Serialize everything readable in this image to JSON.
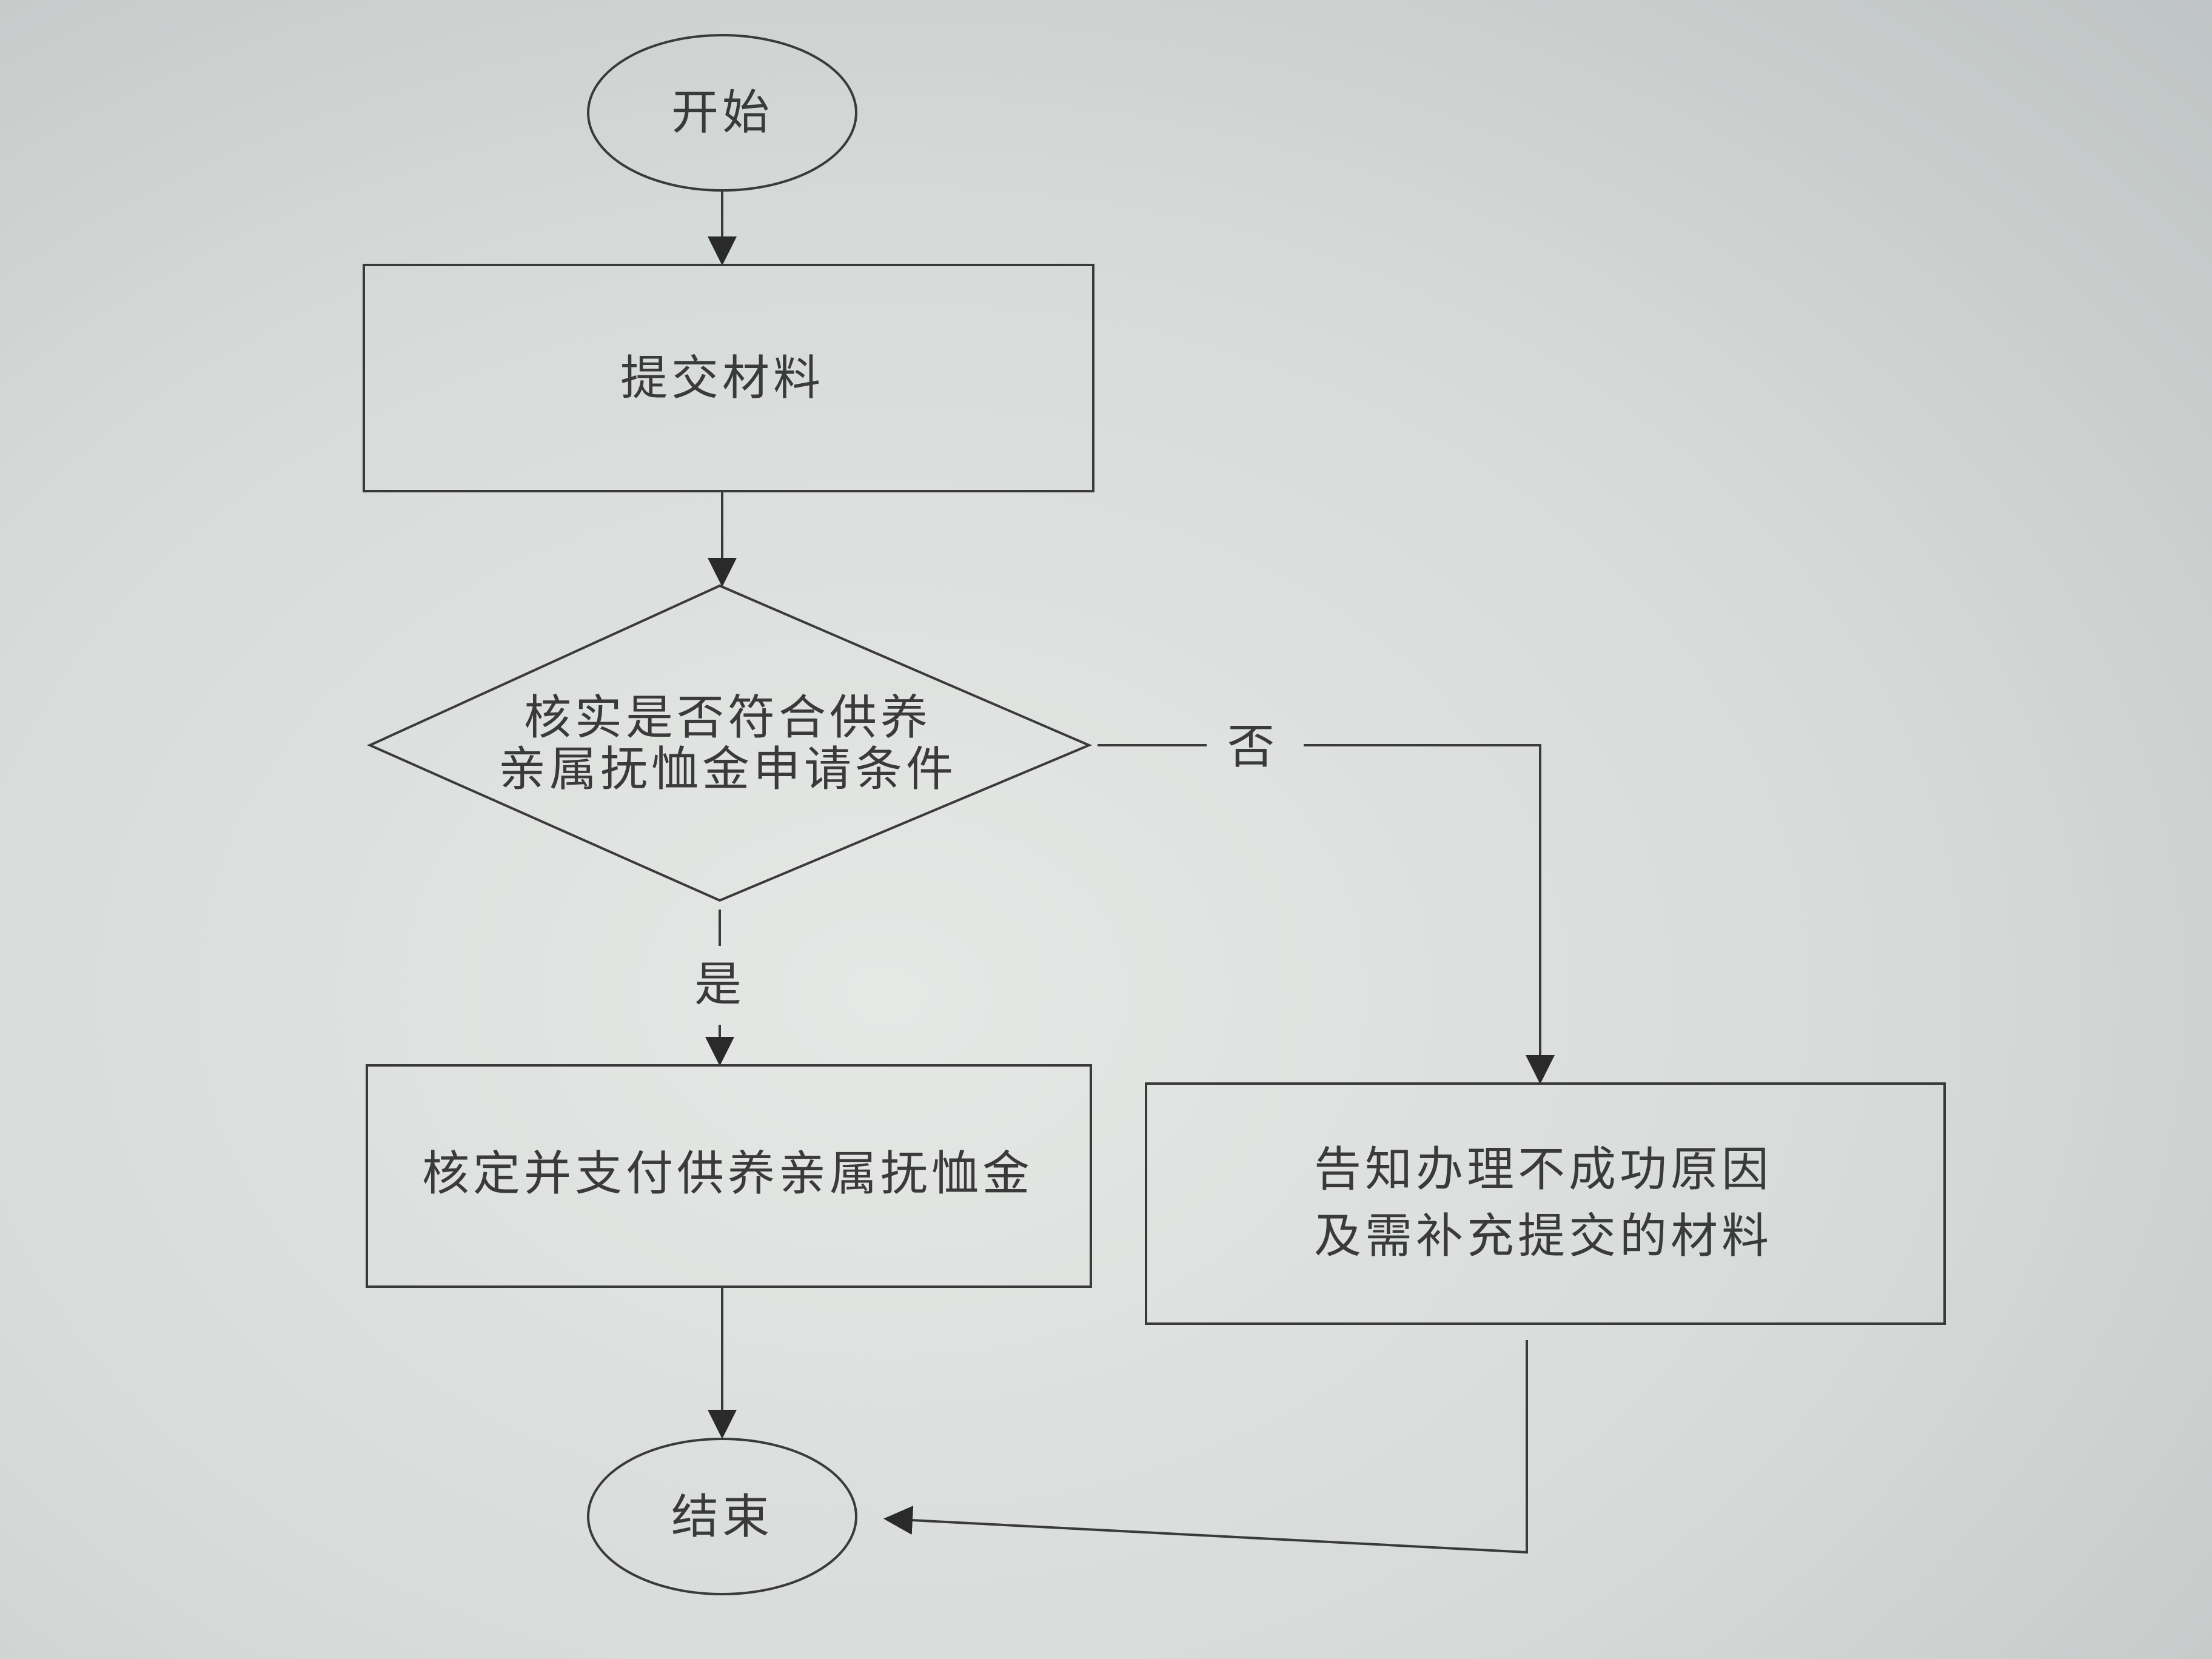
{
  "nodes": {
    "start": "开始",
    "submit": "提交材料",
    "check_line1": "核实是否符合供养",
    "check_line2": "亲属抚恤金申请条件",
    "approve": "核定并支付供养亲属抚恤金",
    "notify_line1": "告知办理不成功原因",
    "notify_line2": "及需补充提交的材料",
    "end": "结束"
  },
  "edges": {
    "yes": "是",
    "no": "否"
  }
}
